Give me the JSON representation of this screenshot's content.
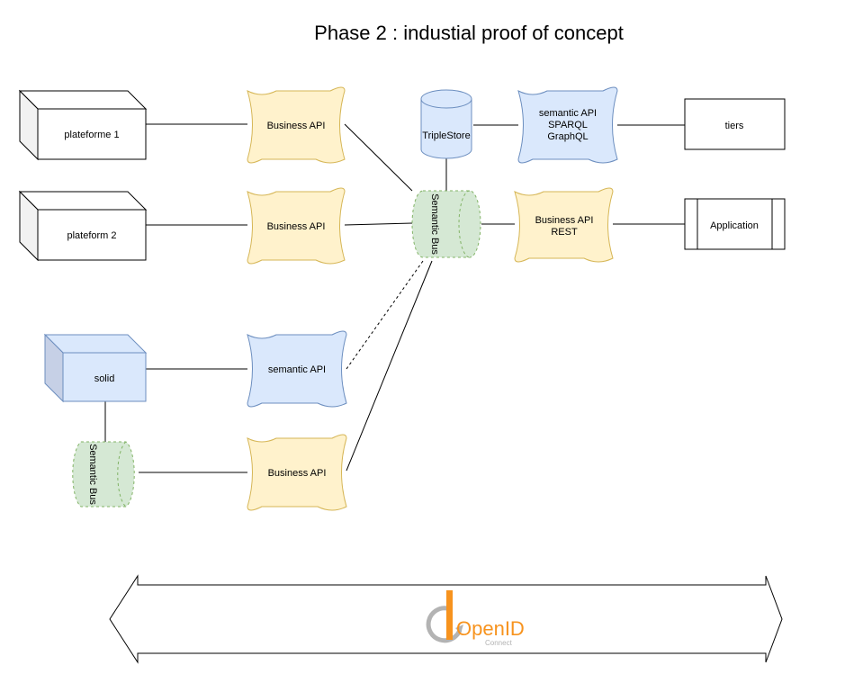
{
  "title": "Phase 2 : industial proof of concept",
  "nodes": {
    "plateforme1": "plateforme 1",
    "plateform2": "plateform 2",
    "solid": "solid",
    "business_api_1": "Business API",
    "business_api_2": "Business API",
    "business_api_3": "Business API",
    "semantic_api_left": "semantic API",
    "triplestore": "TripleStore",
    "semantic_bus_main": "Semantic Bus",
    "semantic_bus_small": "Semantic Bus",
    "semantic_api_right": [
      "semantic API",
      "SPARQL",
      "GraphQL"
    ],
    "business_api_rest": [
      "Business API",
      "REST"
    ],
    "tiers": "tiers",
    "application": "Application"
  },
  "openid": {
    "logo_text": "OpenID",
    "logo_sub": "Connect"
  },
  "colors": {
    "business_api": "#fff2cc",
    "semantic_api": "#dae8fc",
    "semantic_bus": "#d5e8d4",
    "openid_orange": "#f7931e",
    "openid_gray": "#b3b3b3"
  }
}
